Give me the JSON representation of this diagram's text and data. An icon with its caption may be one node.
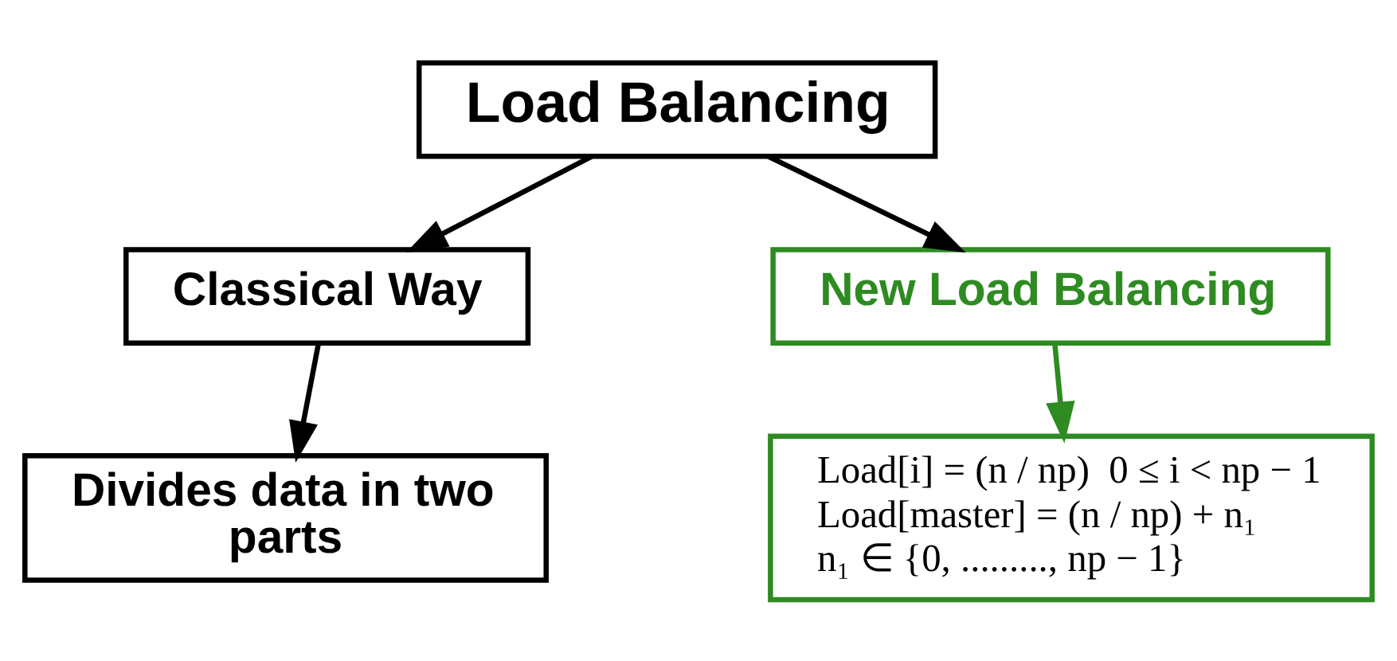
{
  "diagram": {
    "nodes": [
      {
        "text": [
          "Load Balancing"
        ]
      },
      {
        "text": [
          "Classical Way"
        ]
      },
      {
        "text": [
          "Divides data in two parts"
        ]
      },
      {
        "text": [
          "New Load Balancing"
        ]
      },
      {
        "text": [
          "Load[i] = (n / np)  0 ≤ i < np − 1",
          "Load[master] = (n / np) + n₁",
          "n₁ ∈ {0, ........., np − 1}"
        ]
      }
    ],
    "edges": [
      {
        "from": 0,
        "to": 1,
        "arrow": "to"
      },
      {
        "from": 0,
        "to": 3,
        "arrow": "to"
      },
      {
        "from": 1,
        "to": 2,
        "arrow": "to"
      },
      {
        "from": 3,
        "to": 4,
        "arrow": "to",
        "color": "#2e8b22"
      }
    ]
  }
}
